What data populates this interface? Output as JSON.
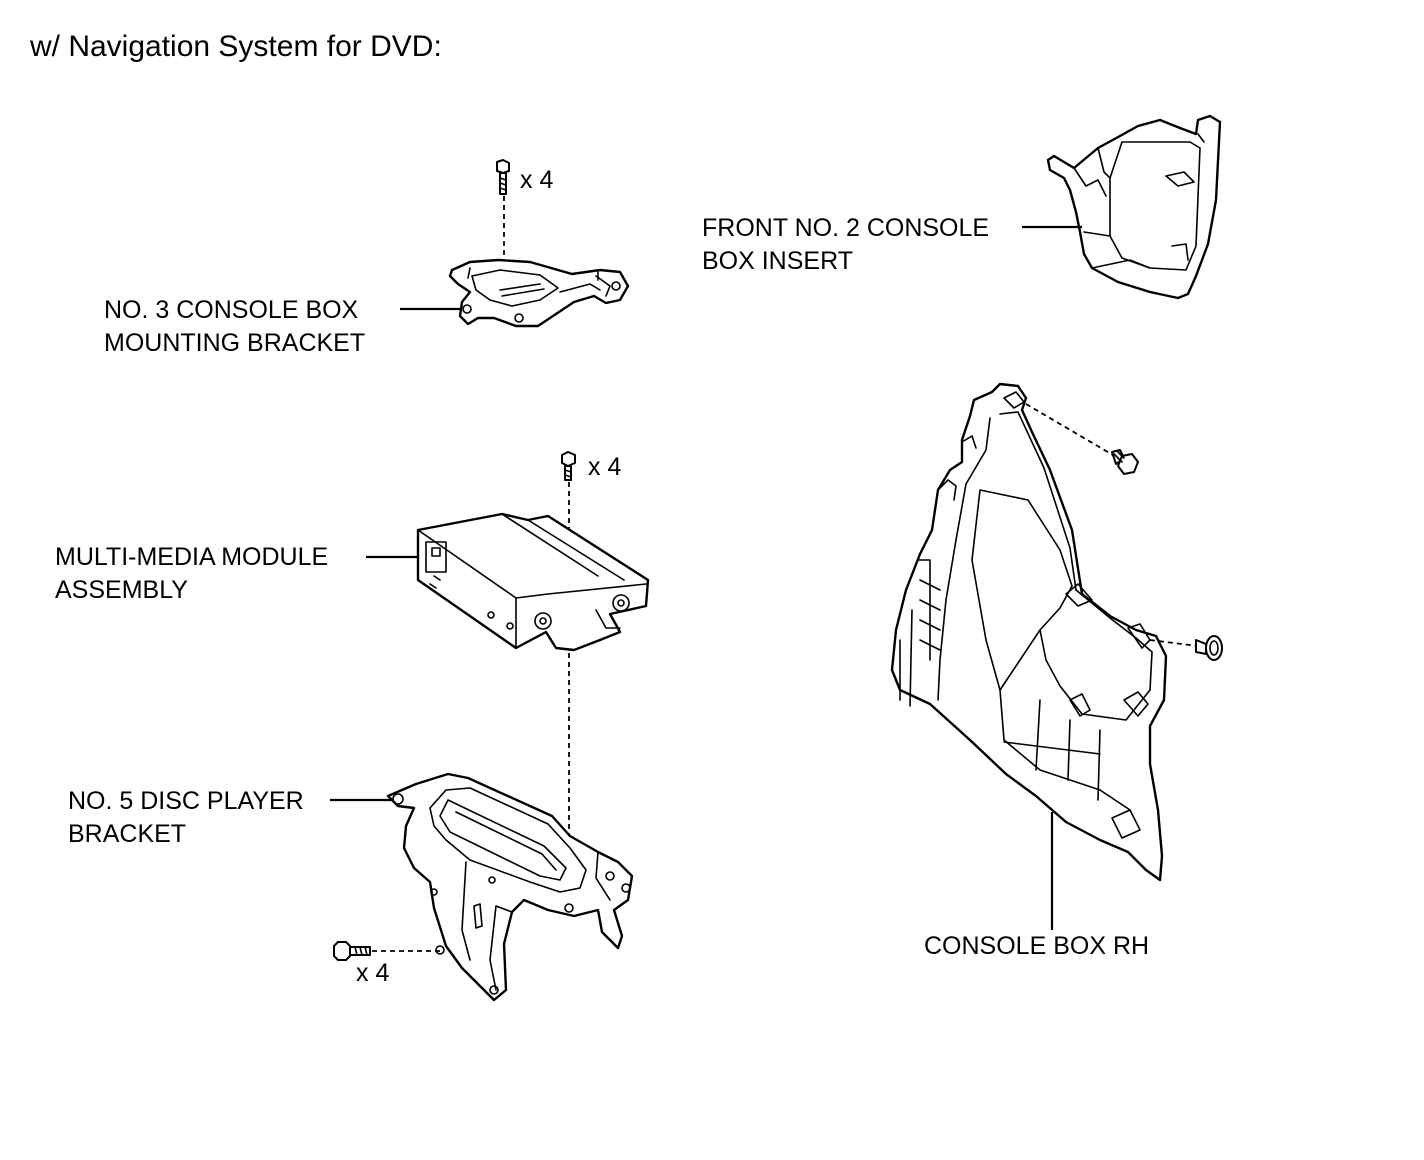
{
  "title": "w/ Navigation System for DVD:",
  "callouts": {
    "front_insert_line1": "FRONT NO. 2 CONSOLE",
    "front_insert_line2": "BOX INSERT",
    "mounting_bracket_line1": "NO. 3 CONSOLE BOX",
    "mounting_bracket_line2": "MOUNTING BRACKET",
    "multimedia_line1": "MULTI-MEDIA MODULE",
    "multimedia_line2": "ASSEMBLY",
    "disc_bracket_line1": "NO. 5 DISC PLAYER",
    "disc_bracket_line2": "BRACKET",
    "console_box_rh": "CONSOLE BOX RH"
  },
  "quantities": {
    "bracket_bolts": "x 4",
    "module_bolts": "x 4",
    "disc_bracket_bolts": "x 4"
  }
}
